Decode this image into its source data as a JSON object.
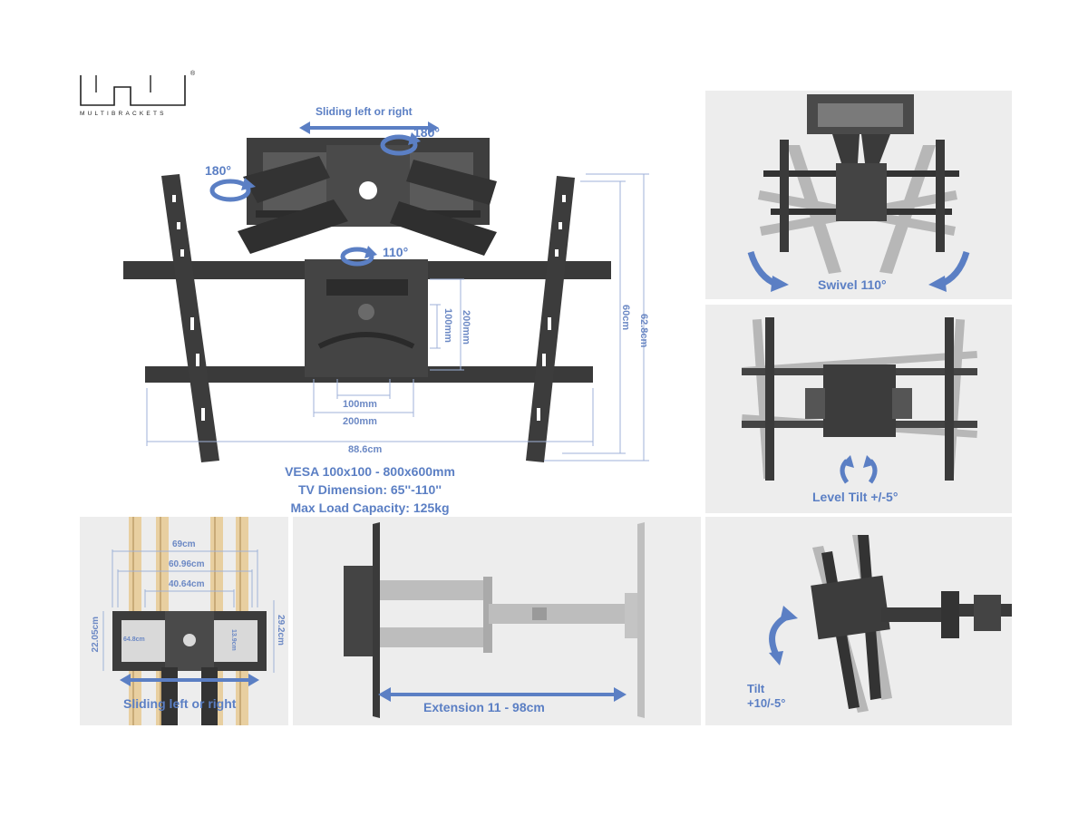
{
  "brand": {
    "wordmark": "MULTIBRACKETS",
    "registered": "®"
  },
  "main": {
    "sliding_label": "Sliding left or right",
    "rotations": [
      "180°",
      "180°",
      "110°"
    ],
    "dims": {
      "height_inner": "60cm",
      "height_outer": "62.8cm",
      "width": "88.6cm",
      "plate_h_100": "100mm",
      "plate_h_200": "200mm",
      "plate_w_100": "100mm",
      "plate_w_200": "200mm"
    },
    "specs": [
      "VESA 100x100 - 800x600mm",
      "TV Dimension: 65''-110''",
      "Max Load Capacity: 125kg"
    ]
  },
  "panels": {
    "swivel": {
      "label": "Swivel 110°"
    },
    "level_tilt": {
      "label": "Level Tilt +/-5°"
    },
    "wall": {
      "dims": [
        "69cm",
        "60.96cm",
        "40.64cm",
        "22.05cm",
        "29.2cm",
        "64.8cm",
        "13.9cm"
      ],
      "label": "Sliding left or right"
    },
    "extension": {
      "label": "Extension 11 - 98cm"
    },
    "tilt": {
      "label_line1": "Tilt",
      "label_line2": "+10/-5°"
    }
  },
  "colors": {
    "accent": "#5b7fc4",
    "metal": "#3a3a3a",
    "panel_bg": "#ededed",
    "wood": "#e8cfa0"
  }
}
